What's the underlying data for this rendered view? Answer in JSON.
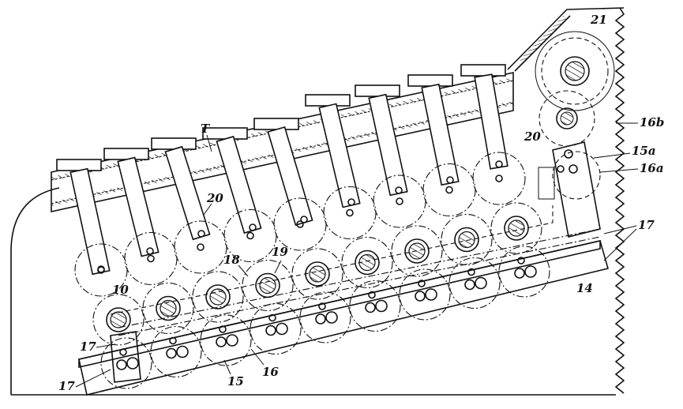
{
  "labels": {
    "t": "T",
    "n21": "21",
    "n16b": "16b",
    "n15a": "15a",
    "n16a": "16a",
    "n20_top": "20",
    "n20_mid": "20",
    "n17_right": "17",
    "n14": "14",
    "n18": "18",
    "n19": "19",
    "n10": "10",
    "n17_left_upper": "17",
    "n17_left_lower": "17",
    "n15": "15",
    "n16": "16"
  }
}
